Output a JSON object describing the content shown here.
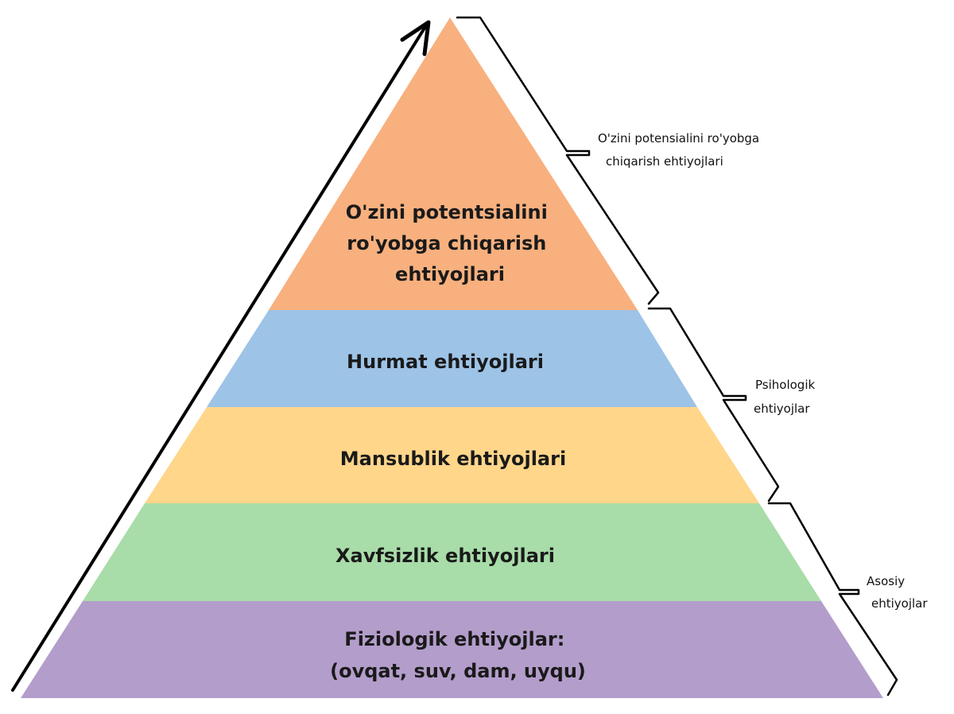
{
  "tiers": [
    {
      "id": "self-actualization",
      "lines": [
        "O'zini potentsialini",
        "ro'yobga chiqarish",
        "ehtiyojlari"
      ],
      "color": "#F8B07E"
    },
    {
      "id": "esteem",
      "lines": [
        "Hurmat ehtiyojlari"
      ],
      "color": "#9DC3E6"
    },
    {
      "id": "belonging",
      "lines": [
        "Mansublik ehtiyojlari"
      ],
      "color": "#FFD68A"
    },
    {
      "id": "safety",
      "lines": [
        "Xavfsizlik ehtiyojlari"
      ],
      "color": "#A8DCA8"
    },
    {
      "id": "physiological",
      "lines": [
        "Fiziologik ehtiyojlar:",
        "(ovqat, suv, dam, uyqu)"
      ],
      "color": "#B39DCB"
    }
  ],
  "groups": [
    {
      "id": "self-fulfillment",
      "lines": [
        "O'zini potensialini ro'yobga",
        "chiqarish ehtiyojlari"
      ]
    },
    {
      "id": "psychological",
      "lines": [
        "Psihologik",
        "ehtiyojlar"
      ]
    },
    {
      "id": "basic",
      "lines": [
        "Asosiy",
        "ehtiyojlar"
      ]
    }
  ],
  "colors": {
    "arrow": "#000000",
    "brace": "#000000"
  }
}
